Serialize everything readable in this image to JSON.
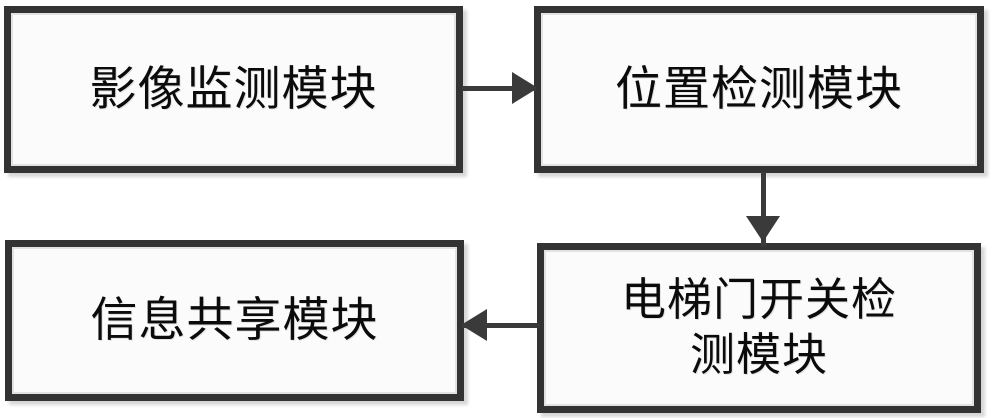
{
  "diagram": {
    "type": "block-flowchart",
    "background_color": "#ffffff",
    "box_fill_color": "#fbfbfb",
    "box_border_color": "#333333",
    "connector_color": "#3a3a3a",
    "text_color": "#0b0b0b",
    "nodes": [
      {
        "id": "image-monitoring",
        "label": "影像监测模块",
        "position": "top-left"
      },
      {
        "id": "position-detection",
        "label": "位置检测模块",
        "position": "top-right"
      },
      {
        "id": "door-switch",
        "label": "电梯门开关检\n测模块",
        "position": "bottom-right"
      },
      {
        "id": "info-sharing",
        "label": "信息共享模块",
        "position": "bottom-left"
      }
    ],
    "connectors": [
      {
        "id": "image-to-position",
        "from": "image-monitoring",
        "to": "position-detection",
        "direction": "right",
        "style": "solid-line-with-filled-arrowhead"
      },
      {
        "id": "position-to-door",
        "from": "position-detection",
        "to": "door-switch",
        "direction": "down",
        "style": "solid-line-with-filled-arrowhead"
      },
      {
        "id": "door-to-info",
        "from": "door-switch",
        "to": "info-sharing",
        "direction": "left",
        "style": "solid-line-with-filled-arrowhead"
      }
    ]
  }
}
